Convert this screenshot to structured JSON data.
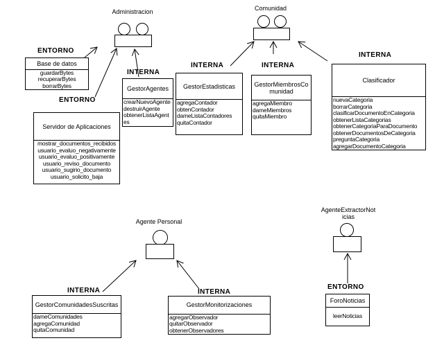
{
  "diagram": {
    "agents": [
      {
        "id": "administracion",
        "label": "Administracion"
      },
      {
        "id": "comunidad",
        "label": "Comunidad"
      },
      {
        "id": "agente-personal",
        "label": "Agente Personal"
      },
      {
        "id": "agente-extractor-noticias",
        "label": "AgenteExtractorNoticias"
      }
    ],
    "classes": [
      {
        "id": "base-de-datos",
        "stereotype": "ENTORNO",
        "title": "Base de datos",
        "methods": [
          "guardarBytes",
          "recuperarBytes",
          "borrarBytes"
        ]
      },
      {
        "id": "gestor-agentes",
        "stereotype": "INTERNA",
        "title": "GestorAgentes",
        "methods": [
          "crearNuevoAgente",
          "destruirAgente",
          "obtenerListaAgentes"
        ]
      },
      {
        "id": "servidor-de-aplicaciones",
        "stereotype": "ENTORNO",
        "title": "Servidor de Aplicaciones",
        "methods": [
          "mostrar_documentos_recibidos",
          "usuario_evaluo_negativamente",
          "usuario_evaluo_positivamente",
          "usuario_reviso_documento",
          "usuario_sugirio_documento",
          "usuario_solicito_baja"
        ]
      },
      {
        "id": "gestor-estadisticas",
        "stereotype": "INTERNA",
        "title": "GestorEstadisticas",
        "methods": [
          "agregaContador",
          "obtenContador",
          "dameListaContadores",
          "quitaContador"
        ]
      },
      {
        "id": "gestor-miembros-comunidad",
        "stereotype": "INTERNA",
        "title": "GestorMiembrosComunidad",
        "methods": [
          "agregaMiembro",
          "dameMiembros",
          "quitaMiembro"
        ]
      },
      {
        "id": "clasificador",
        "stereotype": "INTERNA",
        "title": "Clasificador",
        "methods": [
          "nuevaCategoria",
          "borrarCategoria",
          "clasificarDocumentoEnCategoria",
          "obtenerListaCategorias",
          "obtenerCategoriaParaDocumento",
          "obtenerDocumentosDeCategoria",
          "preguntaCategoria",
          "agregarDocumentoCategoria"
        ]
      },
      {
        "id": "gestor-comunidades-suscritas",
        "stereotype": "INTERNA",
        "title": "GestorComunidadesSuscritas",
        "methods": [
          "dameComunidades",
          "agregaComunidad",
          "quitaComunidad"
        ]
      },
      {
        "id": "gestor-monitorizaciones",
        "stereotype": "INTERNA",
        "title": "GestorMonitorizaciones",
        "methods": [
          "agregarObservador",
          "quitarObservador",
          "obtenerObservadores"
        ]
      },
      {
        "id": "foro-noticias",
        "stereotype": "ENTORNO",
        "title": "ForoNoticias",
        "methods": [
          "leerNoticias"
        ]
      }
    ],
    "colors": {
      "line": "#000000",
      "background": "#ffffff"
    }
  }
}
